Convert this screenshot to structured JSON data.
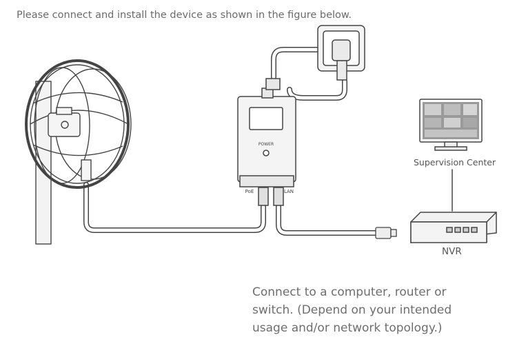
{
  "instruction": "Please connect and install the device as shown in the figure below.",
  "labels": {
    "poe_port": "PoE",
    "lan_port": "LAN",
    "power_text": "POWER",
    "supervision_center": "Supervision Center",
    "nvr": "NVR"
  },
  "note": {
    "line1": "Connect to a computer, router or",
    "line2": "switch. (Depend on your intended",
    "line3": "usage and/or network topology.)"
  },
  "colors": {
    "line": "#4a4a4a",
    "fill": "#f2f2f2",
    "screen": "#9a9a9a"
  }
}
